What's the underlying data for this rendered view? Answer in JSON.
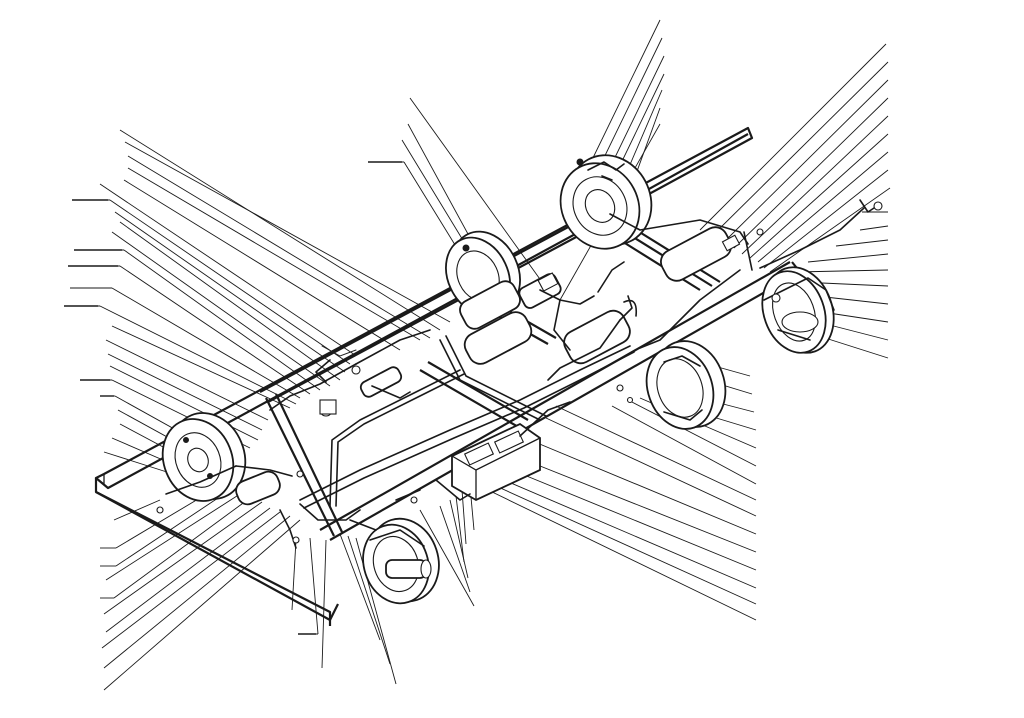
{
  "diagram": {
    "components": [
      {
        "id": "frame-left-rail",
        "name": "frame-rail"
      },
      {
        "id": "frame-right-rail",
        "name": "frame-rail"
      },
      {
        "id": "front-left-brake",
        "name": "wheel-brake-drum"
      },
      {
        "id": "front-right-brake",
        "name": "wheel-brake-drum"
      },
      {
        "id": "rear-left-brake",
        "name": "wheel-brake-drum"
      },
      {
        "id": "rear-right-brake",
        "name": "wheel-brake-drum"
      },
      {
        "id": "front-brake-shoe",
        "name": "brake-shoe-assembly"
      },
      {
        "id": "rear-brake-shoe",
        "name": "brake-shoe-assembly"
      },
      {
        "id": "air-tanks",
        "name": "air-reservoirs"
      },
      {
        "id": "brake-valve",
        "name": "brake-valve"
      },
      {
        "id": "front-brake-chamber",
        "name": "brake-chamber"
      },
      {
        "id": "rear-brake-chamber",
        "name": "brake-chamber"
      },
      {
        "id": "brake-lines",
        "name": "brake-pipe-network"
      }
    ],
    "callout_count_left": 29,
    "callout_count_right": 31,
    "callout_count_top": 10,
    "callout_count_bottom": 12
  }
}
